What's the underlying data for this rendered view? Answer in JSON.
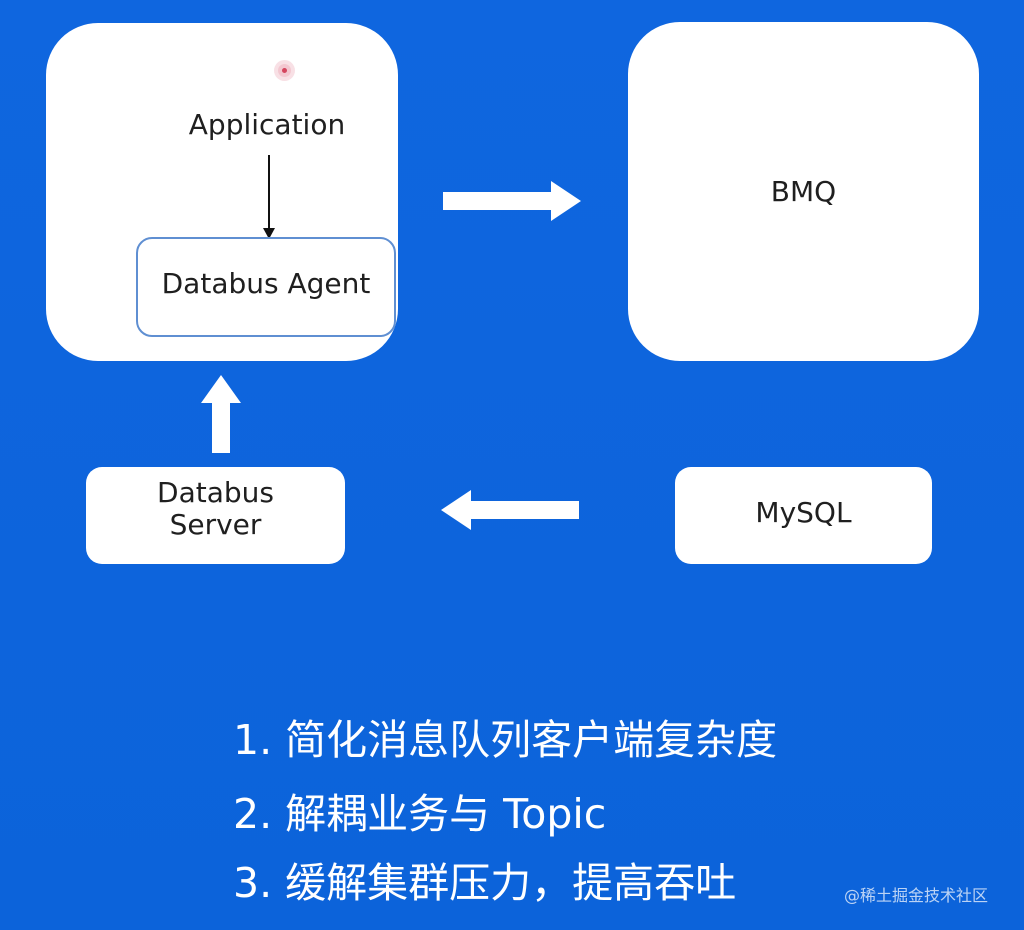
{
  "diagram": {
    "application": "Application",
    "databus_agent": "Databus Agent",
    "bmq": "BMQ",
    "databus_server": "Databus\nServer",
    "mysql": "MySQL"
  },
  "bullets": [
    "1. 简化消息队列客户端复杂度",
    "2. 解耦业务与 Topic",
    "3. 缓解集群压力，提高吞吐"
  ],
  "watermark": "@稀土掘金技术社区"
}
